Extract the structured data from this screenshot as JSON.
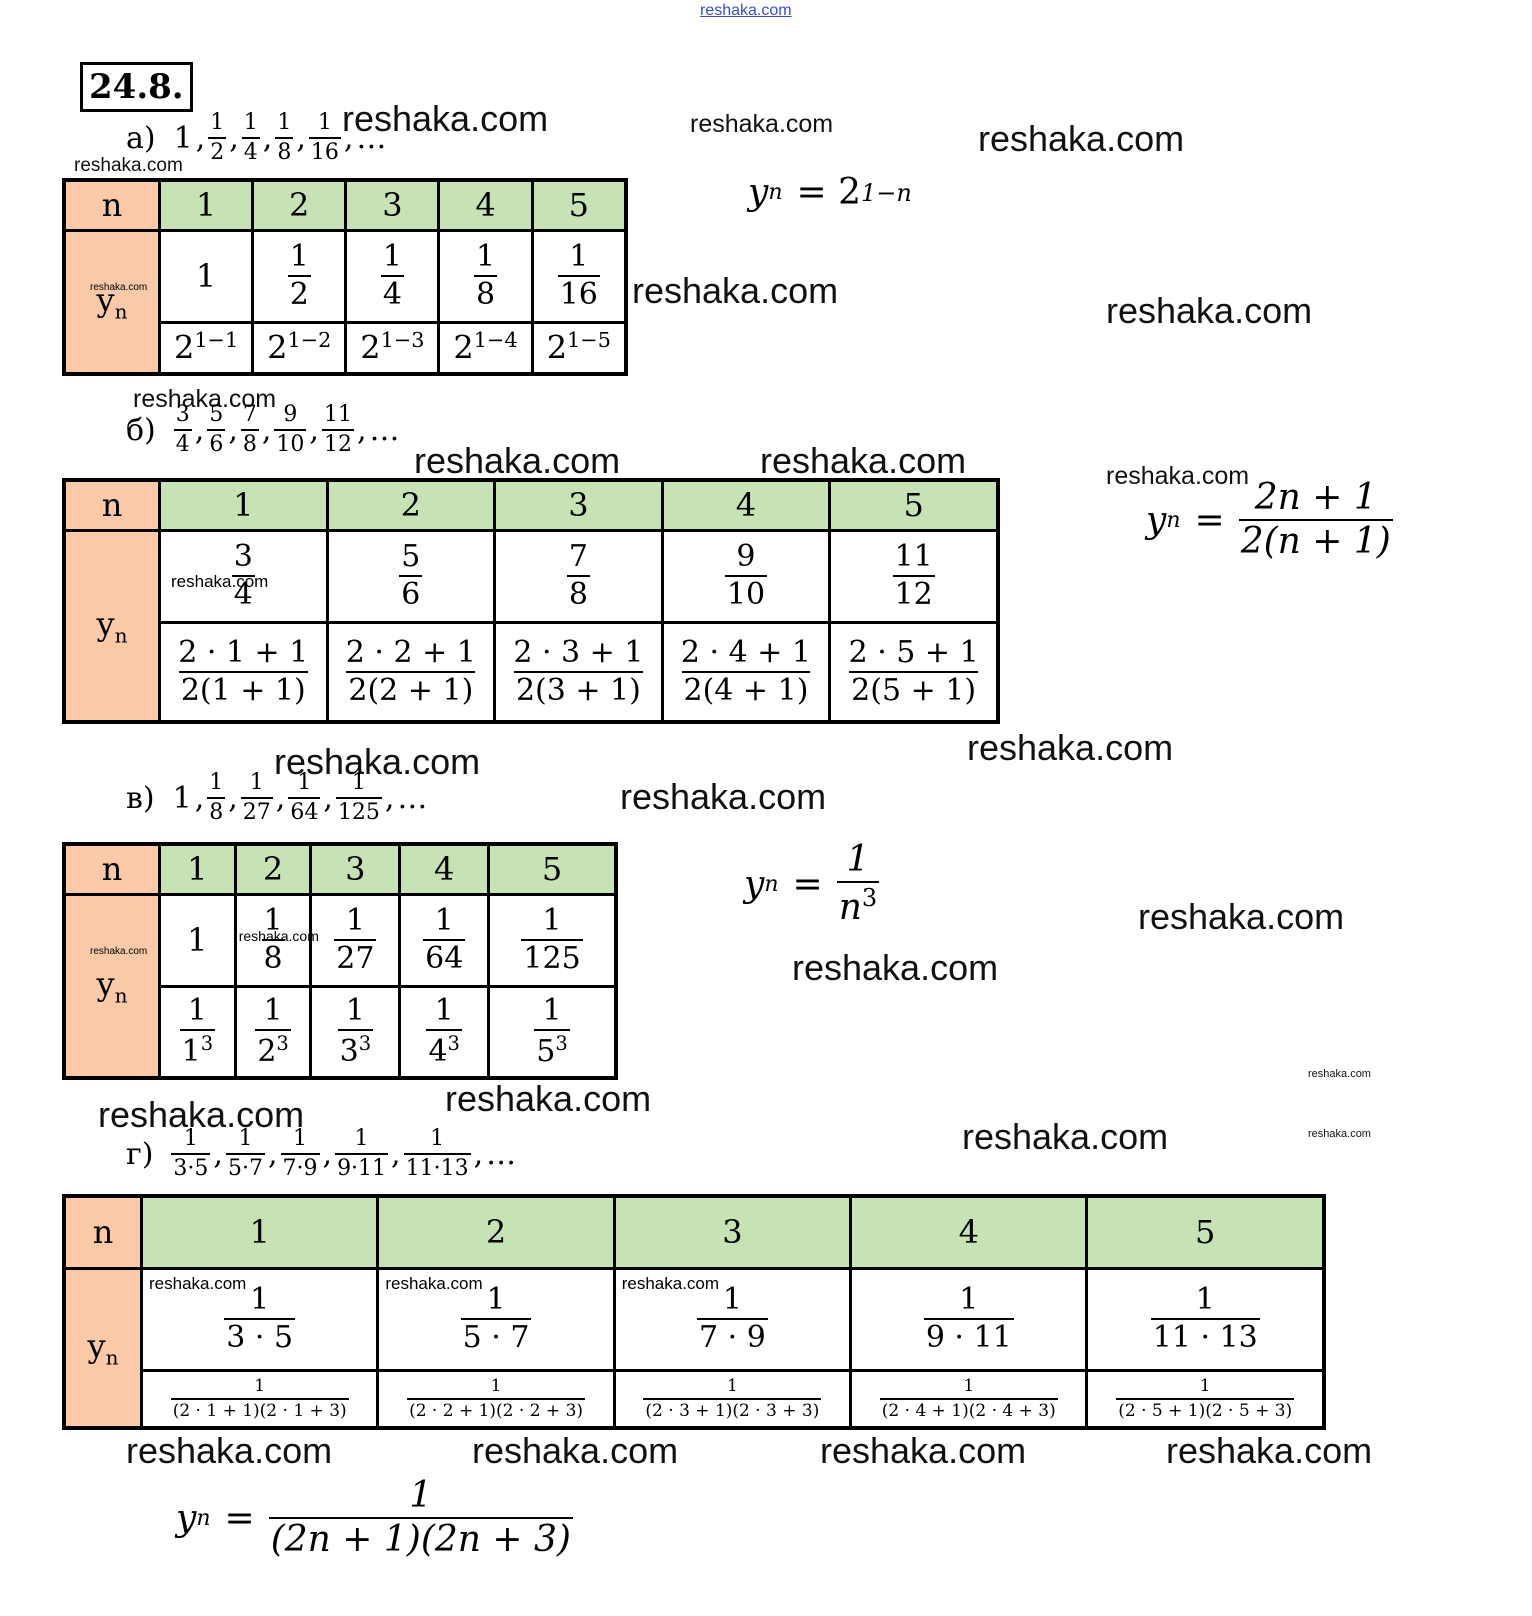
{
  "top_link": "reshaka.com",
  "watermark": "reshaka.com",
  "problem_number": "24.8.",
  "a": {
    "label": "а)",
    "seq_first": "1",
    "seq_fracs": [
      [
        "1",
        "2"
      ],
      [
        "1",
        "4"
      ],
      [
        "1",
        "8"
      ],
      [
        "1",
        "16"
      ]
    ],
    "ellipsis": "…",
    "n_header": "n",
    "y_header": "y",
    "y_sub": "n",
    "cols": [
      "1",
      "2",
      "3",
      "4",
      "5"
    ],
    "values": [
      "1",
      [
        "1",
        "2"
      ],
      [
        "1",
        "4"
      ],
      [
        "1",
        "8"
      ],
      [
        "1",
        "16"
      ]
    ],
    "powers": [
      "1−1",
      "1−2",
      "1−3",
      "1−4",
      "1−5"
    ],
    "base": "2",
    "formula_lhs": "y",
    "formula_sub": "n",
    "formula_rhs_base": "= 2",
    "formula_rhs_exp": "1−n"
  },
  "b": {
    "label": "б)",
    "seq_fracs": [
      [
        "3",
        "4"
      ],
      [
        "5",
        "6"
      ],
      [
        "7",
        "8"
      ],
      [
        "9",
        "10"
      ],
      [
        "11",
        "12"
      ]
    ],
    "ellipsis": "…",
    "cols": [
      "1",
      "2",
      "3",
      "4",
      "5"
    ],
    "values": [
      [
        "3",
        "4"
      ],
      [
        "5",
        "6"
      ],
      [
        "7",
        "8"
      ],
      [
        "9",
        "10"
      ],
      [
        "11",
        "12"
      ]
    ],
    "exprs": [
      [
        "2 · 1 + 1",
        "2(1 + 1)"
      ],
      [
        "2 · 2 + 1",
        "2(2 + 1)"
      ],
      [
        "2 · 3 + 1",
        "2(3 + 1)"
      ],
      [
        "2 · 4 + 1",
        "2(4 + 1)"
      ],
      [
        "2 · 5 + 1",
        "2(5 + 1)"
      ]
    ],
    "formula_num": "2n + 1",
    "formula_den": "2(n + 1)"
  },
  "v": {
    "label": "в)",
    "seq_first": "1",
    "seq_fracs": [
      [
        "1",
        "8"
      ],
      [
        "1",
        "27"
      ],
      [
        "1",
        "64"
      ],
      [
        "1",
        "125"
      ]
    ],
    "ellipsis": "…",
    "cols": [
      "1",
      "2",
      "3",
      "4",
      "5"
    ],
    "values": [
      "1",
      [
        "1",
        "8"
      ],
      [
        "1",
        "27"
      ],
      [
        "1",
        "64"
      ],
      [
        "1",
        "125"
      ]
    ],
    "cube_bases": [
      "1",
      "2",
      "3",
      "4",
      "5"
    ],
    "cube_exp": "3",
    "one": "1",
    "formula_num": "1",
    "formula_den": "n",
    "formula_den_exp": "3"
  },
  "g": {
    "label": "г)",
    "seq_fracs": [
      [
        "1",
        "3·5"
      ],
      [
        "1",
        "5·7"
      ],
      [
        "1",
        "7·9"
      ],
      [
        "1",
        "9·11"
      ],
      [
        "1",
        "11·13"
      ]
    ],
    "ellipsis": "…",
    "cols": [
      "1",
      "2",
      "3",
      "4",
      "5"
    ],
    "values": [
      [
        "1",
        "3 · 5"
      ],
      [
        "1",
        "5 · 7"
      ],
      [
        "1",
        "7 · 9"
      ],
      [
        "1",
        "9 · 11"
      ],
      [
        "1",
        "11 · 13"
      ]
    ],
    "exprs": [
      [
        "1",
        "(2 · 1 + 1)(2 · 1 + 3)"
      ],
      [
        "1",
        "(2 · 2 + 1)(2 · 2 + 3)"
      ],
      [
        "1",
        "(2 · 3 + 1)(2 · 3 + 3)"
      ],
      [
        "1",
        "(2 · 4 + 1)(2 · 4 + 3)"
      ],
      [
        "1",
        "(2 · 5 + 1)(2 · 5 + 3)"
      ]
    ],
    "formula_num": "1",
    "formula_den": "(2n + 1)(2n + 3)"
  },
  "equals": "="
}
